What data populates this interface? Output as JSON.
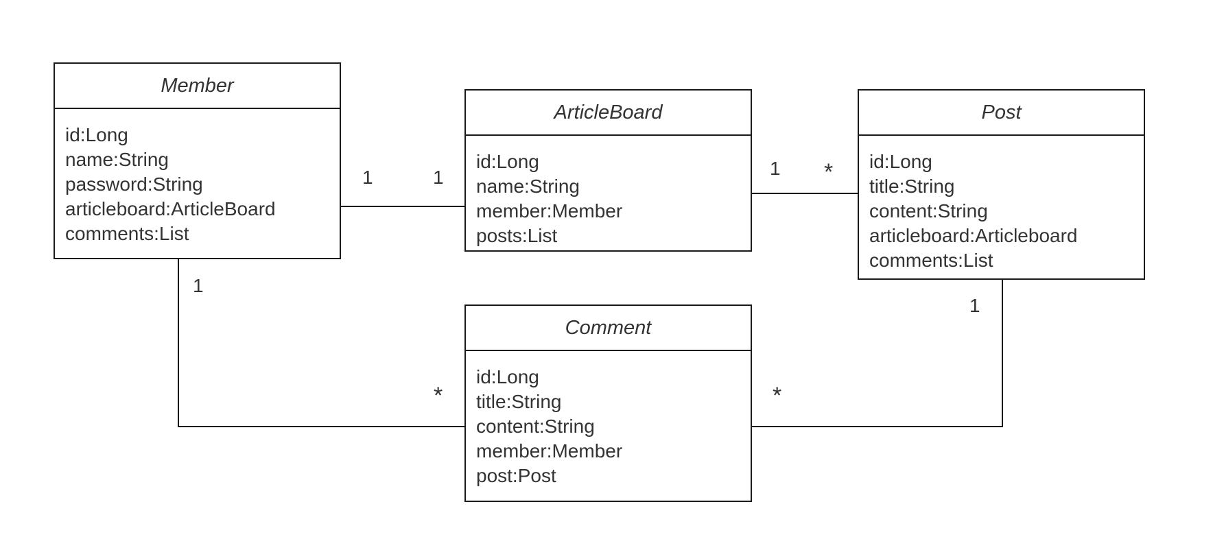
{
  "classes": {
    "member": {
      "name": "Member",
      "attributes": [
        "id:Long",
        "name:String",
        "password:String",
        "articleboard:ArticleBoard",
        "comments:List"
      ]
    },
    "articleboard": {
      "name": "ArticleBoard",
      "attributes": [
        "id:Long",
        "name:String",
        "member:Member",
        "posts:List"
      ]
    },
    "post": {
      "name": "Post",
      "attributes": [
        "id:Long",
        "title:String",
        "content:String",
        "articleboard:Articleboard",
        "comments:List"
      ]
    },
    "comment": {
      "name": "Comment",
      "attributes": [
        "id:Long",
        "title:String",
        "content:String",
        "member:Member",
        "post:Post"
      ]
    }
  },
  "associations": {
    "member_articleboard": {
      "from": "Member",
      "to": "ArticleBoard",
      "from_multiplicity": "1",
      "to_multiplicity": "1"
    },
    "articleboard_post": {
      "from": "ArticleBoard",
      "to": "Post",
      "from_multiplicity": "1",
      "to_multiplicity": "*"
    },
    "member_comment": {
      "from": "Member",
      "to": "Comment",
      "from_multiplicity": "1",
      "to_multiplicity": "*"
    },
    "post_comment": {
      "from": "Post",
      "to": "Comment",
      "from_multiplicity": "1",
      "to_multiplicity": "*"
    }
  }
}
